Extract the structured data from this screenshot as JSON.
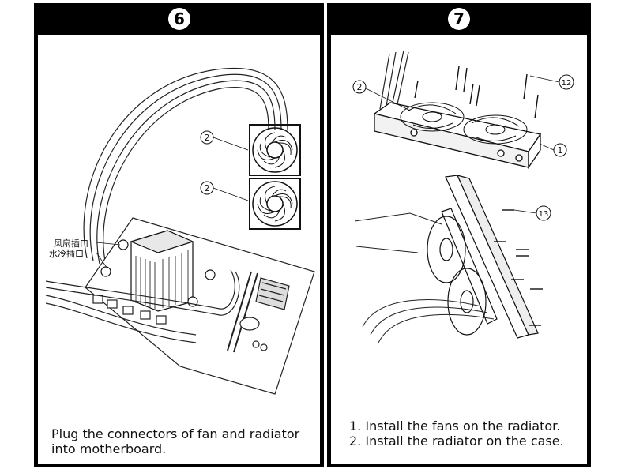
{
  "steps": [
    {
      "number": "6",
      "callouts": [
        "2",
        "2"
      ],
      "labels": [
        "风扇插口",
        "水冷插口"
      ],
      "caption_lines": [
        "Plug the connectors of fan and radiator",
        "into motherboard."
      ]
    },
    {
      "number": "7",
      "callouts": [
        "2",
        "12",
        "1",
        "13"
      ],
      "caption_lines": [
        "1. Install the fans on the radiator.",
        "2. Install the radiator on the case."
      ]
    }
  ]
}
